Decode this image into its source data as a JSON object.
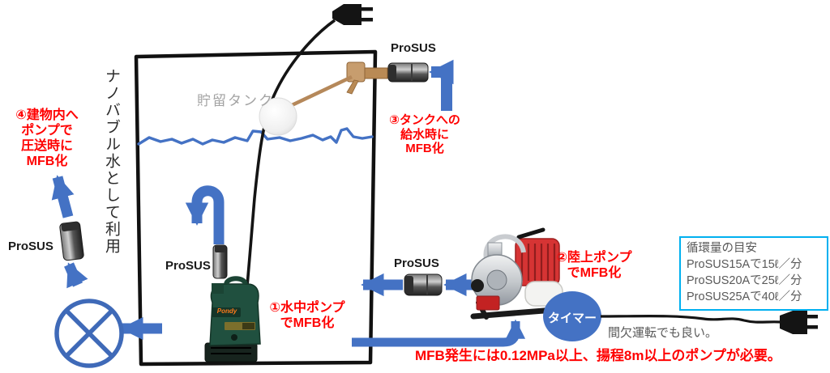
{
  "colors": {
    "accent_blue": "#4472C4",
    "warning_red": "#FF0000",
    "info_border_cyan": "#00B0F0",
    "gray_text": "#595959",
    "tank_outline": "#111111"
  },
  "vertical_title": "ナノバブル水として利用",
  "tank_label": "貯留タンク",
  "prosus": {
    "top": "ProSUS",
    "left": "ProSUS",
    "tank": "ProSUS",
    "right": "ProSUS"
  },
  "notes": {
    "n1": [
      "①水中ポンプ",
      "でMFB化"
    ],
    "n2": [
      "②陸上ポンプ",
      "でMFB化"
    ],
    "n3": [
      "③タンクへの",
      "給水時に",
      "MFB化"
    ],
    "n4": [
      "④建物内へ",
      "ポンプで",
      "圧送時に",
      "MFB化"
    ]
  },
  "timer": {
    "label": "タイマー",
    "note": "間欠運転でも良い。"
  },
  "info_box": {
    "title": "循環量の目安",
    "rows": [
      "ProSUS15Aで15ℓ／分",
      "ProSUS20Aで25ℓ／分",
      "ProSUS25Aで40ℓ／分"
    ]
  },
  "warning": "MFB発生には0.12MPa以上、揚程8m以上のポンプが必要。",
  "pump_brand": "Pondy"
}
